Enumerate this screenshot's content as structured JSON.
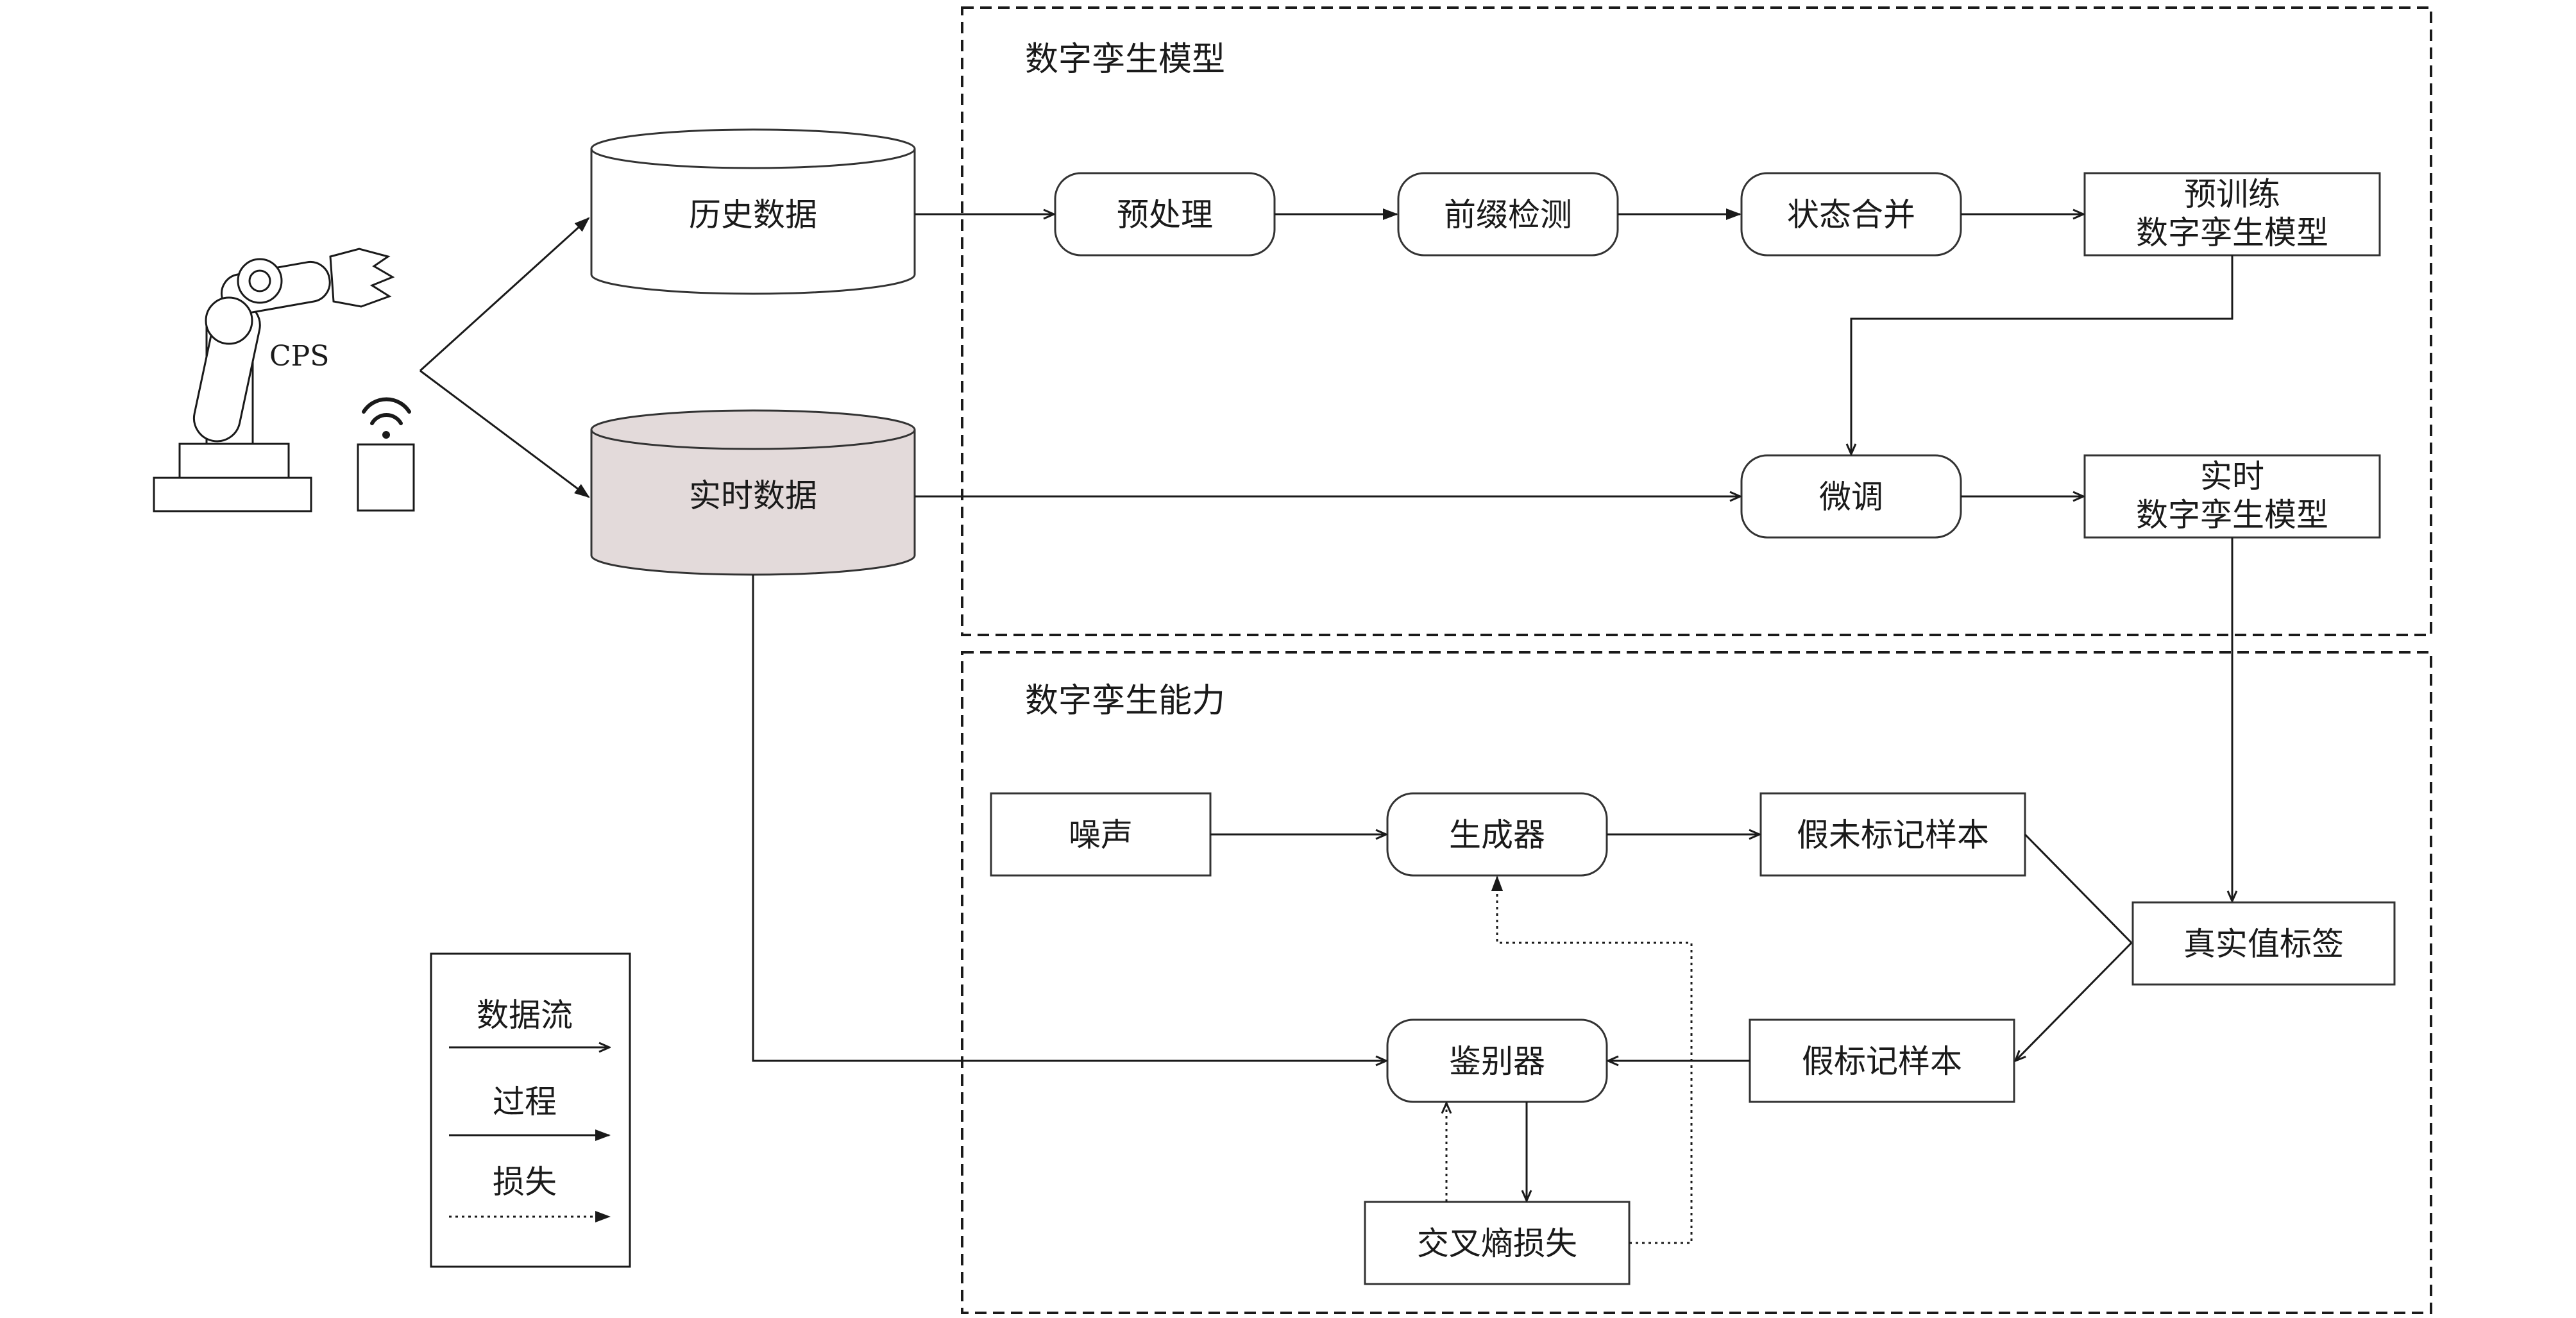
{
  "panels": {
    "model_title": "数字孪生模型",
    "capability_title": "数字孪生能力"
  },
  "cps": {
    "label": "CPS",
    "icons": [
      "robot-arm-icon",
      "wifi-icon"
    ]
  },
  "storage": {
    "history": "历史数据",
    "realtime": "实时数据",
    "realtime_fill": "#e3dada"
  },
  "model_nodes": {
    "preprocess": "预处理",
    "prefix_detect": "前缀检测",
    "state_merge": "状态合并",
    "pretrain_line1": "预训练",
    "pretrain_line2": "数字孪生模型",
    "finetune": "微调",
    "realtime_line1": "实时",
    "realtime_line2": "数字孪生模型"
  },
  "capability_nodes": {
    "noise": "噪声",
    "generator": "生成器",
    "fake_unlabeled": "假未标记样本",
    "ground_truth": "真实值标签",
    "fake_labeled": "假标记样本",
    "discriminator": "鉴别器",
    "ce_loss": "交叉熵损失"
  },
  "legend": {
    "data_flow": "数据流",
    "process": "过程",
    "loss": "损失"
  }
}
